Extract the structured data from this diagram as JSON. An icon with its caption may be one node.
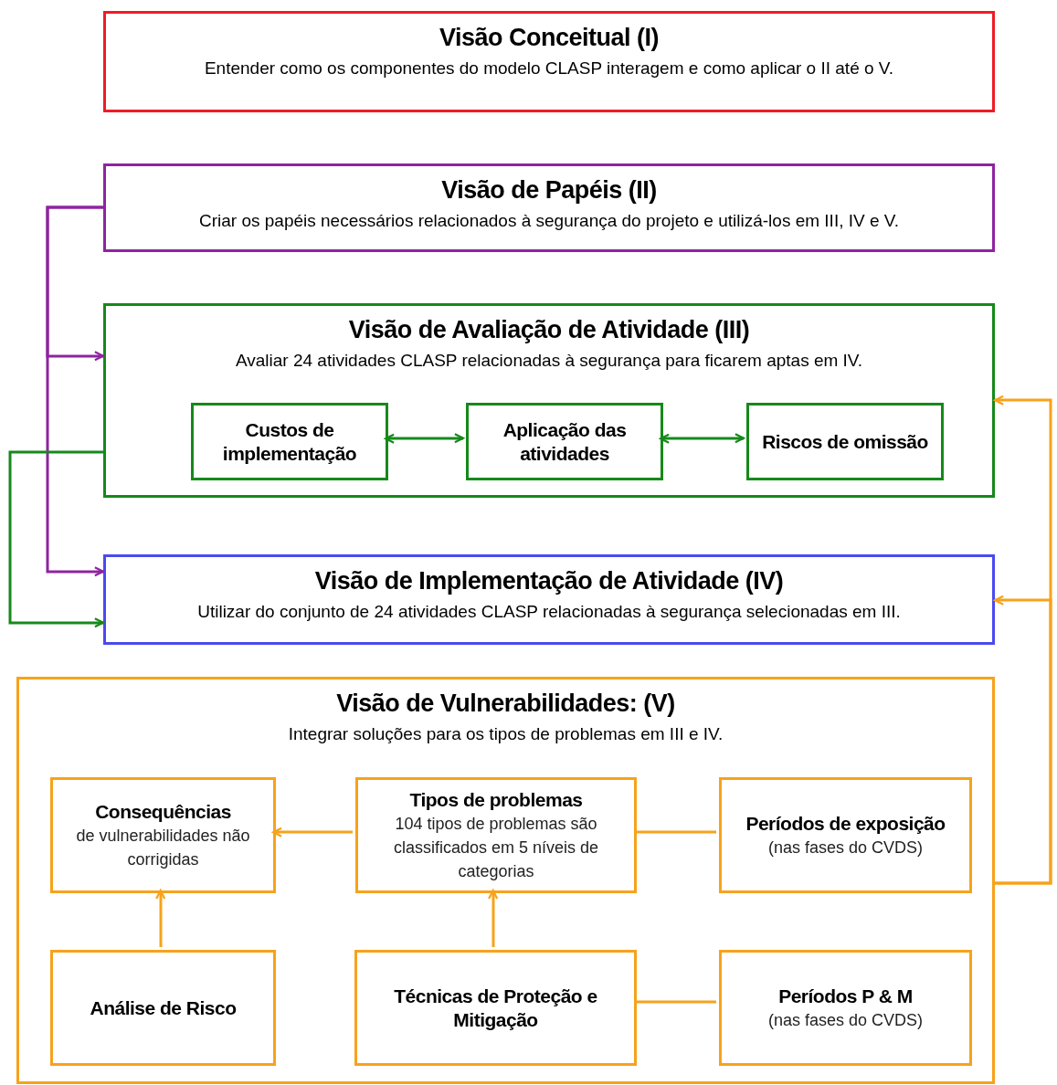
{
  "diagram": {
    "nodes": [
      {
        "text": [
          "Visão Conceitual (I)",
          "Entender como os componentes do modelo CLASP interagem e como aplicar o II até o V."
        ]
      },
      {
        "text": [
          "Visão de Papéis (II)",
          "Criar os papéis necessários relacionados à segurança do projeto e utilizá-los em III, IV e V."
        ]
      },
      {
        "text": [
          "Visão de Avaliação de Atividade (III)",
          "Avaliar 24 atividades CLASP relacionadas à segurança para ficarem aptas em IV."
        ]
      },
      {
        "text": [
          "Custos de implementação"
        ],
        "in": 2
      },
      {
        "text": [
          "Aplicação das atividades"
        ],
        "in": 2
      },
      {
        "text": [
          "Riscos de omissão"
        ],
        "in": 2
      },
      {
        "text": [
          "Visão de Implementação de Atividade (IV)",
          "Utilizar do conjunto de 24 atividades CLASP relacionadas à segurança selecionadas em III."
        ]
      },
      {
        "text": [
          "Visão de Vulnerabilidades: (V)",
          "Integrar soluções para os tipos de problemas em III e IV."
        ]
      },
      {
        "text": [
          "Consequências",
          "de vulnerabilidades não corrigidas"
        ],
        "in": 7
      },
      {
        "text": [
          "Tipos de problemas",
          "104 tipos de problemas são classificados em 5 níveis de categorias"
        ],
        "in": 7
      },
      {
        "text": [
          "Períodos de exposição",
          "(nas fases do CVDS)"
        ],
        "in": 7
      },
      {
        "text": [
          "Análise de Risco"
        ],
        "in": 7
      },
      {
        "text": [
          "Técnicas de Proteção e Mitigação"
        ],
        "in": 7
      },
      {
        "text": [
          "Períodos P & M",
          "(nas fases do CVDS)"
        ],
        "in": 7
      }
    ],
    "edges": [
      {
        "from": 1,
        "to": 2,
        "arrow": "to",
        "color": "#8e24a0"
      },
      {
        "from": 1,
        "to": 6,
        "arrow": "to",
        "color": "#8e24a0"
      },
      {
        "from": 2,
        "to": 6,
        "arrow": "to",
        "color": "#16891a"
      },
      {
        "from": 3,
        "to": 4,
        "arrow": "both",
        "color": "#16891a"
      },
      {
        "from": 4,
        "to": 5,
        "arrow": "both",
        "color": "#16891a"
      },
      {
        "from": 9,
        "to": 8,
        "arrow": "to",
        "color": "#f7a21b"
      },
      {
        "from": 11,
        "to": 8,
        "arrow": "to",
        "color": "#f7a21b"
      },
      {
        "from": 12,
        "to": 9,
        "arrow": "to",
        "color": "#f7a21b"
      },
      {
        "from": 10,
        "to": 9,
        "arrow": "none",
        "color": "#f7a21b"
      },
      {
        "from": 13,
        "to": 12,
        "arrow": "none",
        "color": "#f7a21b"
      },
      {
        "from": 7,
        "to": 2,
        "arrow": "to",
        "color": "#f7a21b"
      },
      {
        "from": 7,
        "to": 6,
        "arrow": "to",
        "color": "#f7a21b"
      }
    ]
  }
}
